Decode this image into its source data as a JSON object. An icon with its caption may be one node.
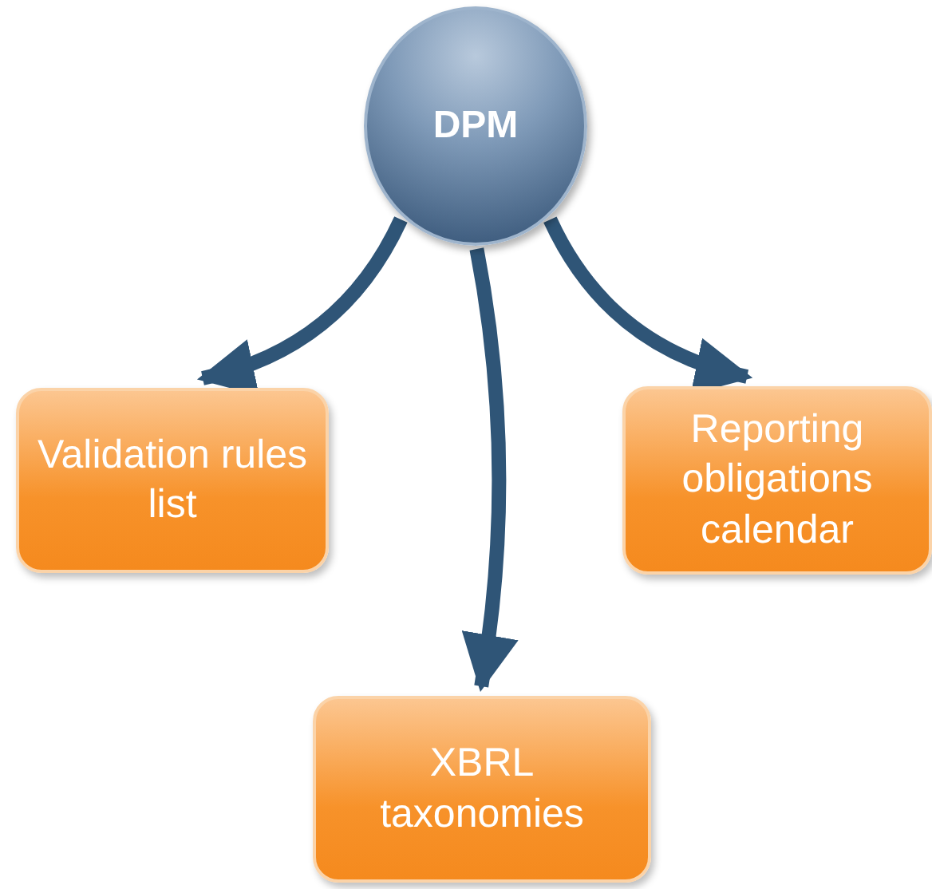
{
  "diagram": {
    "nodes": [
      {
        "text": [
          "DPM"
        ]
      },
      {
        "text": [
          "Validation rules list"
        ]
      },
      {
        "text": [
          "XBRL taxonomies"
        ]
      },
      {
        "text": [
          "Reporting obligations calendar"
        ]
      }
    ],
    "edges": [
      {
        "from": 0,
        "to": 1,
        "arrow": "to"
      },
      {
        "from": 0,
        "to": 2,
        "arrow": "to"
      },
      {
        "from": 0,
        "to": 3,
        "arrow": "to"
      }
    ]
  }
}
